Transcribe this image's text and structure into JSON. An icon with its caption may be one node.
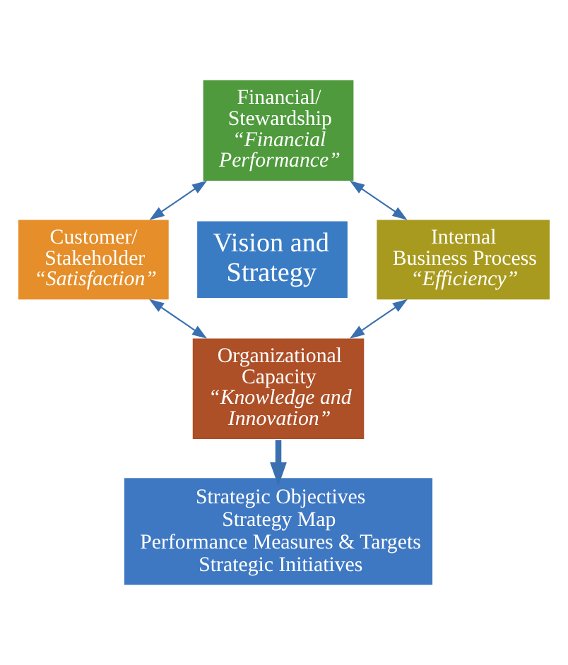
{
  "diagram": {
    "nodes": [
      {
        "text": [
          "Financial/ Stewardship",
          "“Financial Performance”"
        ]
      },
      {
        "text": [
          "Customer/ Stakeholder",
          "“Satisfaction”"
        ]
      },
      {
        "text": [
          "Vision and Strategy"
        ]
      },
      {
        "text": [
          "Internal Business Process",
          "“Efficiency”"
        ]
      },
      {
        "text": [
          "Organizational Capacity",
          "“Knowledge and Innovation”"
        ]
      },
      {
        "text": [
          "Strategic Objectives",
          "Strategy Map",
          "Performance Measures & Targets",
          "Strategic Initiatives"
        ]
      }
    ],
    "edges": [
      {
        "from": 0,
        "to": 3,
        "arrow": "both"
      },
      {
        "from": 3,
        "to": 4,
        "arrow": "both"
      },
      {
        "from": 4,
        "to": 1,
        "arrow": "both"
      },
      {
        "from": 1,
        "to": 0,
        "arrow": "both"
      },
      {
        "from": 4,
        "to": 5,
        "arrow": "to",
        "style": "thick"
      }
    ]
  }
}
